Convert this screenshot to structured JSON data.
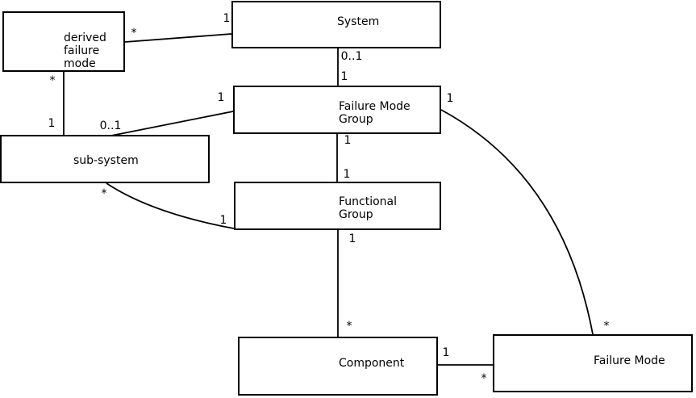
{
  "diagram": {
    "boxes": {
      "derived_failure_mode": {
        "line1": "derived",
        "line2": "failure",
        "line3": "mode"
      },
      "system": {
        "label": "System"
      },
      "failure_mode_group": {
        "line1": "Failure Mode",
        "line2": "Group"
      },
      "sub_system": {
        "label": "sub-system"
      },
      "functional_group": {
        "line1": "Functional",
        "line2": "Group"
      },
      "component": {
        "label": "Component"
      },
      "failure_mode": {
        "label": "Failure Mode"
      }
    },
    "associations": [
      {
        "from": "derived failure mode",
        "to": "System",
        "from_mult": "*",
        "to_mult": "1"
      },
      {
        "from": "System",
        "to": "Failure Mode Group",
        "from_mult": "0..1",
        "to_mult": "1"
      },
      {
        "from": "derived failure mode",
        "to": "sub-system",
        "from_mult": "*",
        "to_mult": "1"
      },
      {
        "from": "Failure Mode Group",
        "to": "sub-system",
        "from_mult": "1",
        "to_mult": "0..1"
      },
      {
        "from": "Failure Mode Group",
        "to": "Functional Group",
        "from_mult": "1",
        "to_mult": "1"
      },
      {
        "from": "Functional Group",
        "to": "Component",
        "from_mult": "1",
        "to_mult": "*"
      },
      {
        "from": "Component",
        "to": "Failure Mode",
        "from_mult": "1",
        "to_mult": "*"
      },
      {
        "from": "Failure Mode Group",
        "to": "Failure Mode",
        "from_mult": "1",
        "to_mult": "*"
      },
      {
        "from": "sub-system",
        "to": "Functional Group",
        "from_mult": "*",
        "to_mult": "1"
      }
    ],
    "colors": {
      "line": "#000000",
      "background": "#ffffff",
      "box_fill": "#ffffff"
    }
  }
}
